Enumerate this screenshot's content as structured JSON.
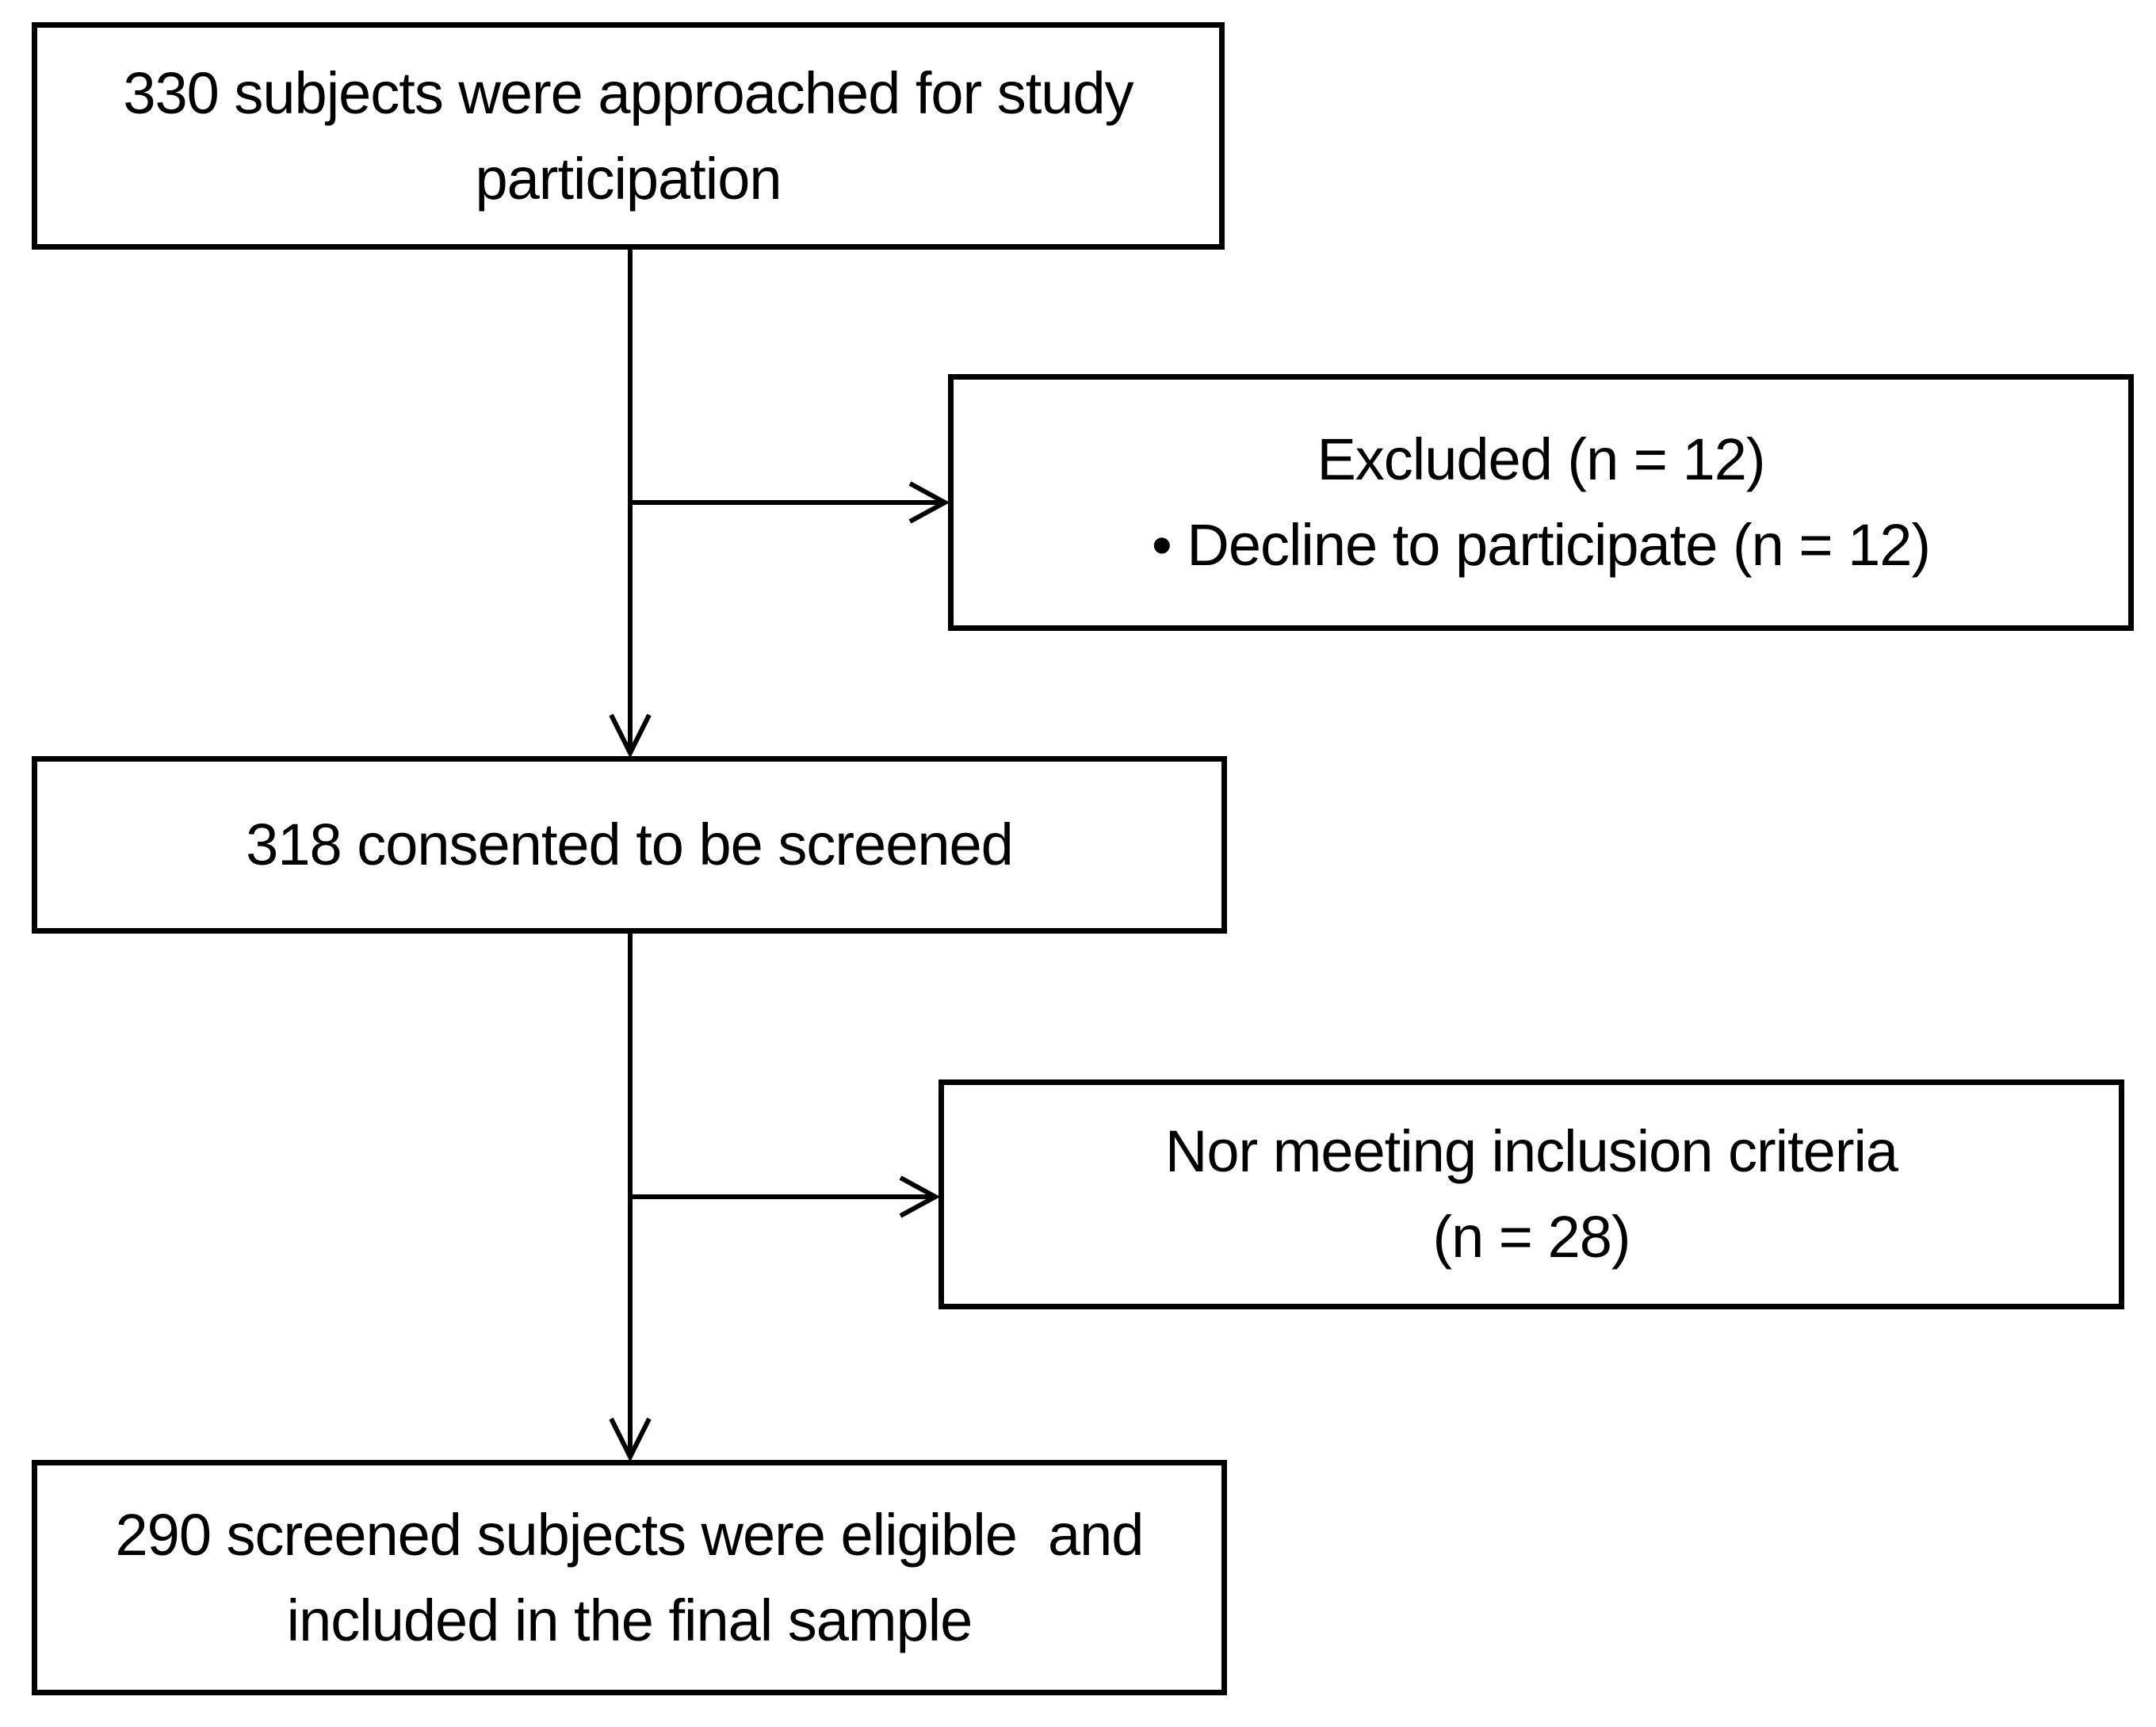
{
  "flowchart": {
    "approached": {
      "line1": "330 subjects were approached for study",
      "line2": "participation"
    },
    "excluded": {
      "line1": "Excluded (n = 12)",
      "line2": "• Decline to participate (n = 12)"
    },
    "consented": {
      "line1": "318 consented to be screened"
    },
    "not_meeting": {
      "line1": "Nor meeting inclusion criteria",
      "line2": "(n = 28)"
    },
    "final_sample": {
      "line1": "290 screened subjects were eligible  and",
      "line2": "included in the final sample"
    }
  }
}
